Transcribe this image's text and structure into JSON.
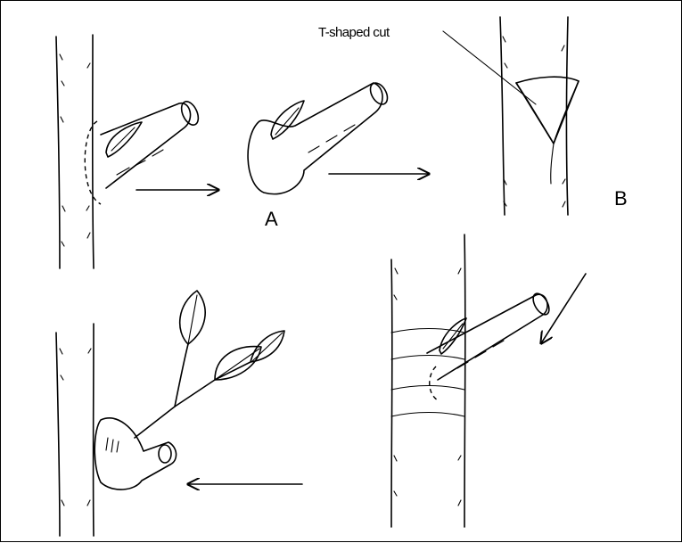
{
  "labels": {
    "a": "A",
    "b": "B",
    "t_cut": "T-shaped cut"
  }
}
